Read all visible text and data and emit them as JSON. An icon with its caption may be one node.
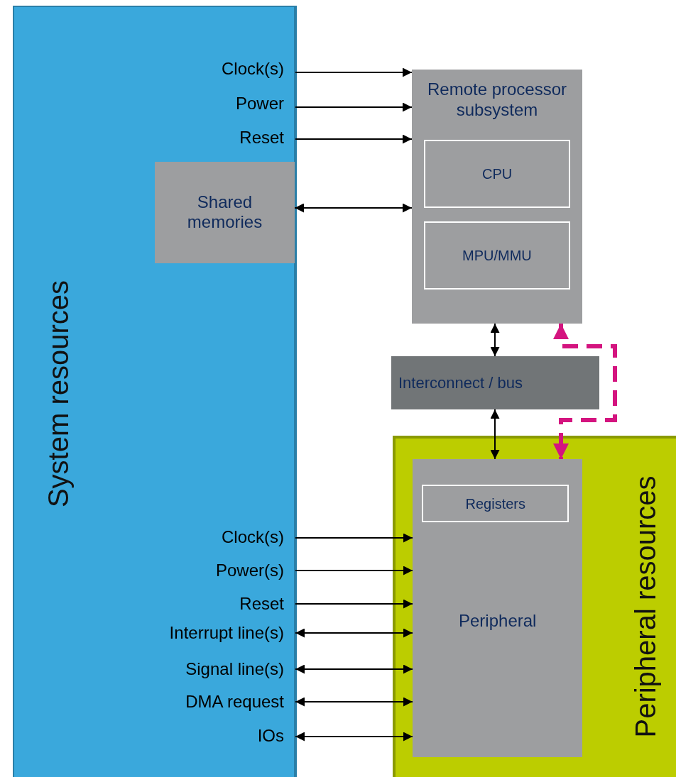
{
  "diagram": {
    "nodes": [
      {
        "text": [
          "System resources"
        ]
      },
      {
        "text": [
          "Clock(s)"
        ],
        "in": 0
      },
      {
        "text": [
          "Power"
        ],
        "in": 0
      },
      {
        "text": [
          "Reset"
        ],
        "in": 0
      },
      {
        "text": [
          "Shared memories"
        ],
        "in": 0
      },
      {
        "text": [
          "Remote processor subsystem"
        ]
      },
      {
        "text": [
          "CPU"
        ],
        "in": 5
      },
      {
        "text": [
          "MPU/MMU"
        ],
        "in": 5
      },
      {
        "text": [
          "Interconnect / bus"
        ]
      },
      {
        "text": [
          "Peripheral resources"
        ]
      },
      {
        "text": [
          "Peripheral"
        ],
        "in": 9
      },
      {
        "text": [
          "Registers"
        ],
        "in": 10
      },
      {
        "text": [
          "Clock(s)"
        ],
        "in": 0
      },
      {
        "text": [
          "Power(s)"
        ],
        "in": 0
      },
      {
        "text": [
          "Reset"
        ],
        "in": 0
      },
      {
        "text": [
          "Interrupt line(s)"
        ],
        "in": 0
      },
      {
        "text": [
          "Signal line(s)"
        ],
        "in": 0
      },
      {
        "text": [
          "DMA request"
        ],
        "in": 0
      },
      {
        "text": [
          "IOs"
        ],
        "in": 0
      }
    ],
    "edges": [
      {
        "from": 1,
        "to": 5,
        "arrow": "to"
      },
      {
        "from": 2,
        "to": 5,
        "arrow": "to"
      },
      {
        "from": 3,
        "to": 5,
        "arrow": "to"
      },
      {
        "from": 4,
        "to": 5,
        "arrow": "both"
      },
      {
        "from": 5,
        "to": 8,
        "arrow": "both"
      },
      {
        "from": 8,
        "to": 10,
        "arrow": "both"
      },
      {
        "from": 5,
        "to": 10,
        "arrow": "both",
        "style": "dashed",
        "color": "#d4147f"
      },
      {
        "from": 12,
        "to": 10,
        "arrow": "to"
      },
      {
        "from": 13,
        "to": 10,
        "arrow": "to"
      },
      {
        "from": 14,
        "to": 10,
        "arrow": "to"
      },
      {
        "from": 15,
        "to": 10,
        "arrow": "both"
      },
      {
        "from": 16,
        "to": 10,
        "arrow": "both"
      },
      {
        "from": 17,
        "to": 10,
        "arrow": "both"
      },
      {
        "from": 18,
        "to": 10,
        "arrow": "both"
      }
    ]
  }
}
